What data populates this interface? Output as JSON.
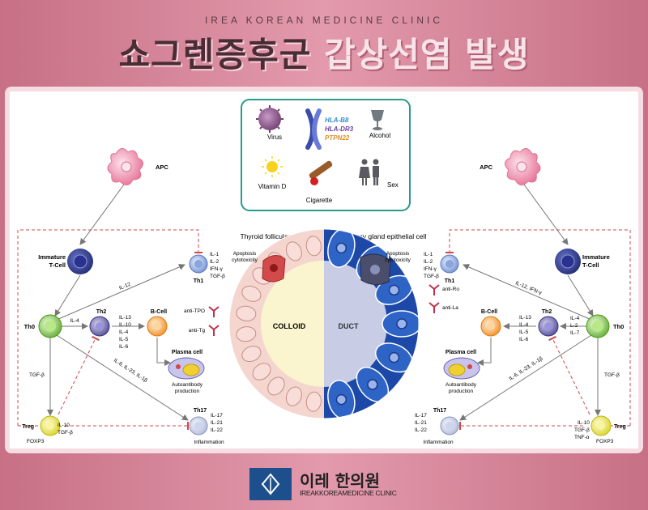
{
  "header": {
    "subtitle": "IREA KOREAN MEDICINE CLINIC",
    "title_dark": "쇼그렌증후군",
    "title_light": "갑상선염 발생"
  },
  "risk_factors": {
    "virus": "Virus",
    "genes": [
      "HLA-B8",
      "HLA-DR3",
      "PTPN22"
    ],
    "alcohol": "Alcohol",
    "vitamin_d": "Vitamin D",
    "cigarette": "Cigarette",
    "sex": "Sex"
  },
  "center": {
    "thyroid_title": "Thyroid follicular cell",
    "salivary_title": "Salivary gland epithelial cell",
    "colloid": "COLLOID",
    "duct": "DUCT",
    "apoptosis_left": [
      "Apoptosis",
      "cytotoxicity"
    ],
    "apoptosis_right": [
      "Apoptosis",
      "cytotoxicity"
    ]
  },
  "left": {
    "apc": "APC",
    "immature": [
      "Immature",
      "T-Cell"
    ],
    "th1": "Th1",
    "th1_cytokines": [
      "IL-1",
      "IL-2",
      "IFN-γ",
      "TGF-β"
    ],
    "il12": "IL-12",
    "th0": "Th0",
    "il4": "IL-4",
    "th2": "Th2",
    "th2_cytokines": [
      "IL-13",
      "IL-10",
      "IL-4",
      "IL-5",
      "IL-6"
    ],
    "bcell": "B-Cell",
    "anti1": "anti-TPO",
    "anti2": "anti-Tg",
    "plasma": "Plasma cell",
    "autoantibody": [
      "Autoantibody",
      "production"
    ],
    "tgfb": "TGF-β",
    "il6_path": "IL-6, IL-23, IL-1β",
    "treg": "Treg",
    "treg_cytokines": [
      "IL-10",
      "TGF-β"
    ],
    "foxp3": "FOXP3",
    "th17": "Th17",
    "th17_cytokines": [
      "IL-17",
      "IL-21",
      "IL-22"
    ],
    "inflammation": "Inflammation"
  },
  "right": {
    "apc": "APC",
    "immature": [
      "Immature",
      "T-Cell"
    ],
    "th1": "Th1",
    "th1_cytokines": [
      "IL-1",
      "IL-2",
      "IFN-γ",
      "TGF-β"
    ],
    "il12": "IL-12, IFN-γ",
    "th0": "Th0",
    "th0_cytokines": [
      "IL-4",
      "L-2",
      "IL-7"
    ],
    "th2": "Th2",
    "th2_cytokines": [
      "IL-13",
      "IL-4",
      "IL-5",
      "IL-6"
    ],
    "bcell": "B-Cell",
    "anti1": "anti-Ro",
    "anti2": "anti-La",
    "plasma": "Plasma cell",
    "autoantibody": [
      "Autoantibody",
      "production"
    ],
    "tgfb": "TGF-β",
    "il6_path": "IL-6, IL-23, IL-1β",
    "treg": "Treg",
    "treg_cytokines": [
      "IL-10",
      "TGF-β",
      "TNF-α"
    ],
    "foxp3": "FOXP3",
    "th17": "Th17",
    "th17_cytokines": [
      "IL-17",
      "IL-21",
      "IL-22"
    ],
    "inflammation": "Inflammation"
  },
  "footer": {
    "name": "이레 한의원",
    "name_en": "IREAKKOREAMEDICINE CLINIC"
  },
  "colors": {
    "gene1": "#2f8fd0",
    "gene2": "#6b3fa0",
    "gene3": "#e08a1c",
    "dash": "#d04848",
    "frame_teal": "#2a9a8c"
  }
}
